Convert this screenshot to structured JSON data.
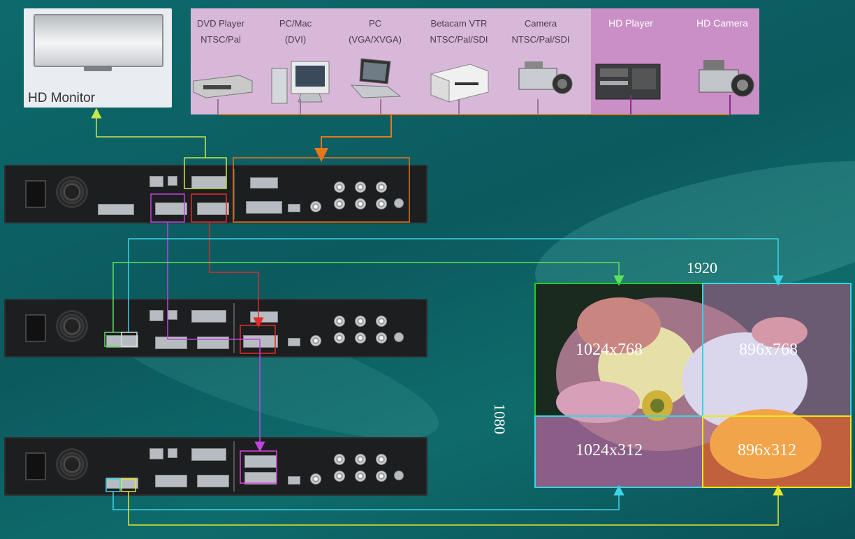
{
  "monitor": {
    "label": "HD Monitor"
  },
  "sources": [
    {
      "line1": "DVD Player",
      "line2": "NTSC/Pal"
    },
    {
      "line1": "PC/Mac",
      "line2": "(DVI)"
    },
    {
      "line1": "PC",
      "line2": "(VGA/XVGA)"
    },
    {
      "line1": "Betacam VTR",
      "line2": "NTSC/Pal/SDI"
    },
    {
      "line1": "Camera",
      "line2": "NTSC/Pal/SDI"
    },
    {
      "line1": "HD Player",
      "line2": ""
    },
    {
      "line1": "HD Camera",
      "line2": ""
    }
  ],
  "wall": {
    "width_label": "1920",
    "height_label": "1080",
    "tiles": [
      {
        "label": "1024x768",
        "border_color": "#22cc22"
      },
      {
        "label": "896x768",
        "border_color": "#39d4e0"
      },
      {
        "label": "1024x312",
        "border_color": "#39d4e0"
      },
      {
        "label": "896x312",
        "border_color": "#e8e81e"
      }
    ]
  },
  "colors": {
    "orange": "#e8761a",
    "green": "#5ee05e",
    "yellow_green": "#c6e84a",
    "purple": "#b23cd8",
    "red": "#e22a2a",
    "cyan": "#3fd3e6",
    "yellow": "#e6e62a"
  }
}
